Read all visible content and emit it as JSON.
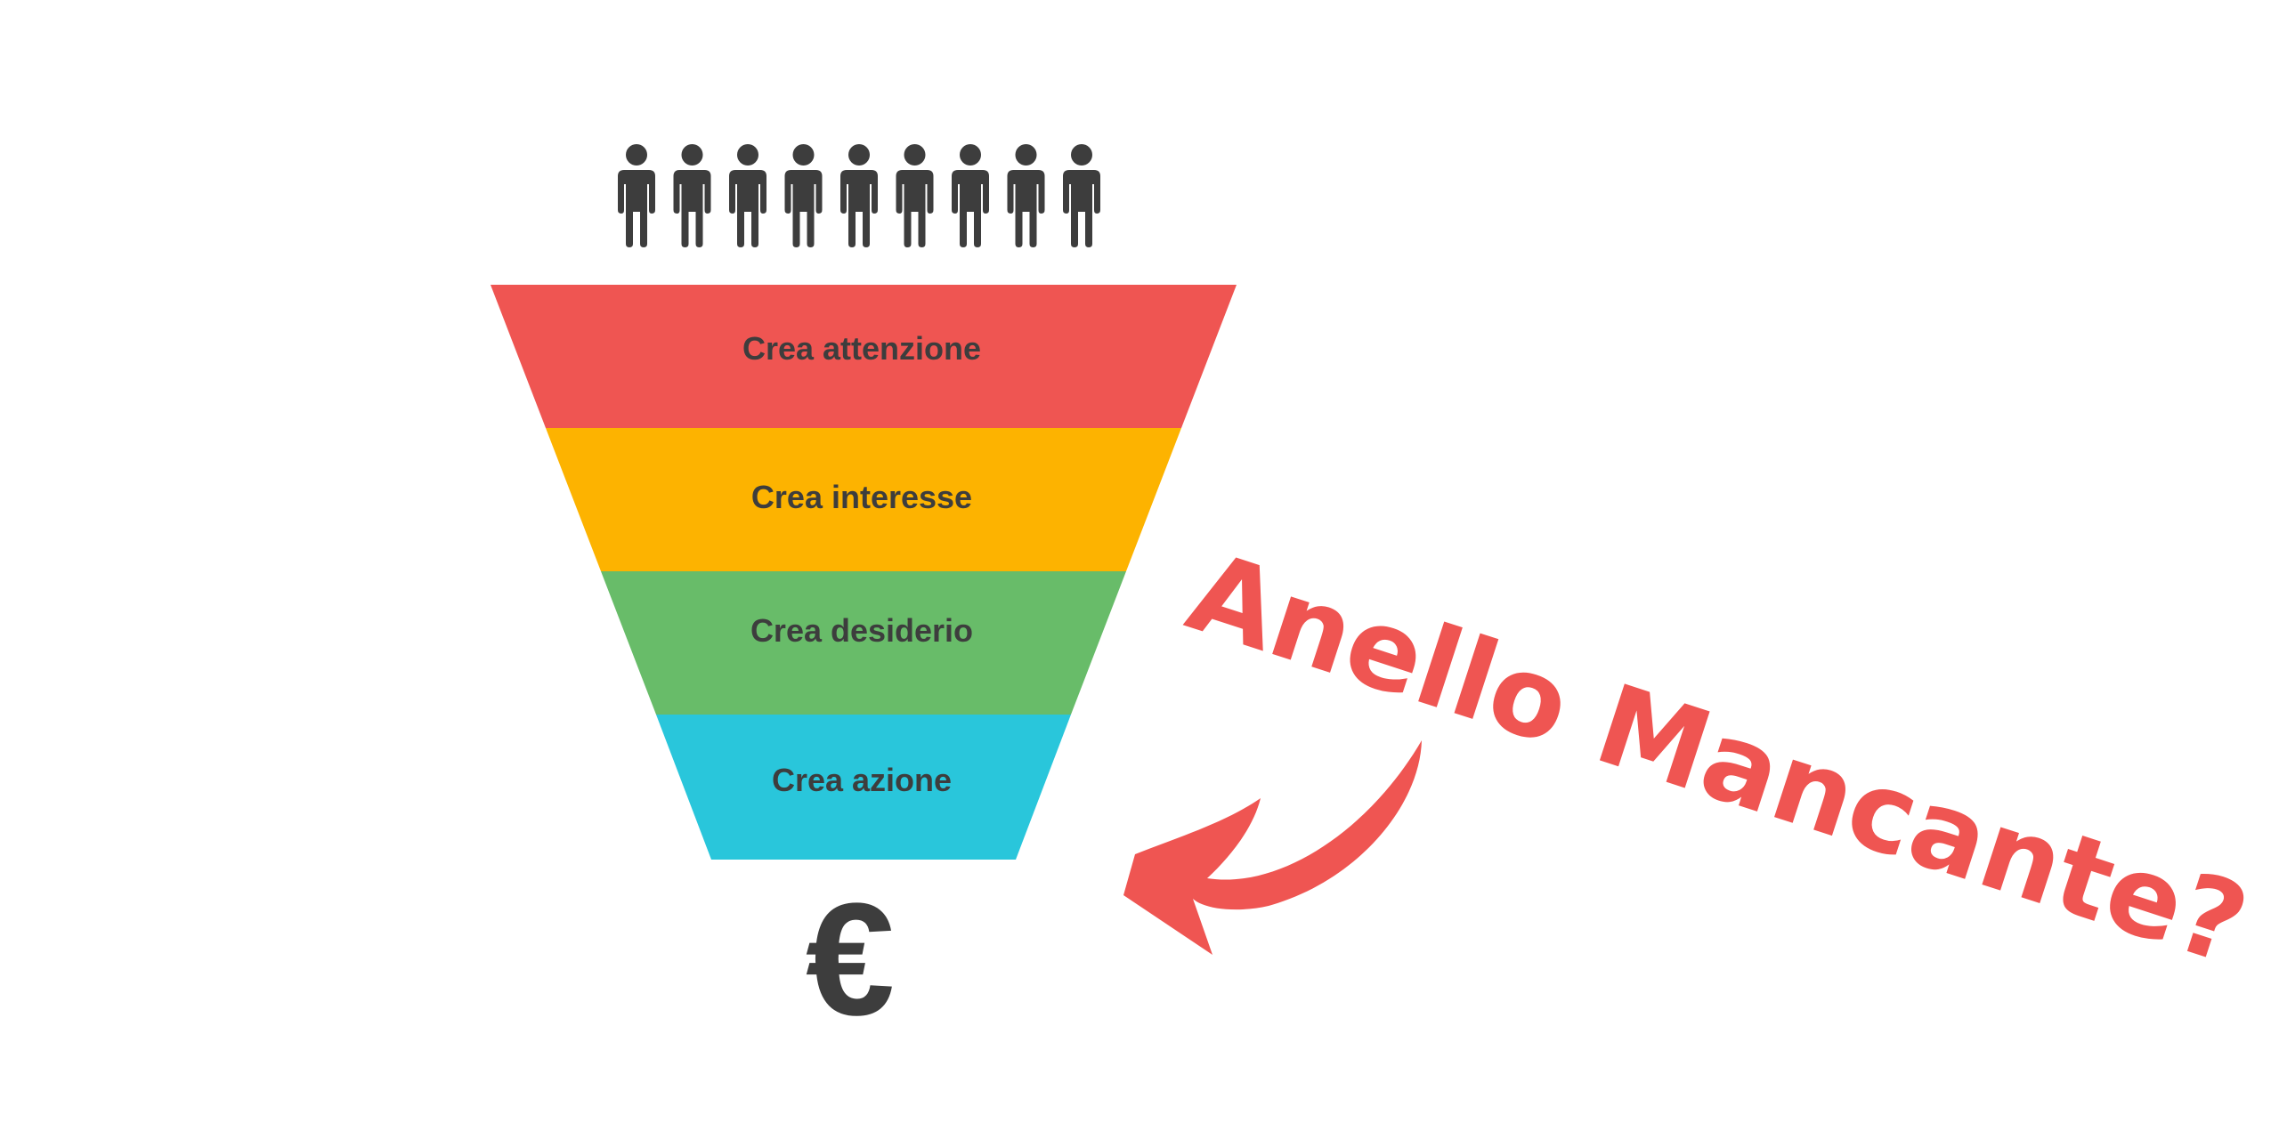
{
  "people": {
    "count": 9,
    "icon": "person-icon",
    "color": "#3d3d3d"
  },
  "funnel": {
    "stages": [
      {
        "label": "Crea attenzione",
        "color": "#ef5552"
      },
      {
        "label": "Crea interesse",
        "color": "#fdb300"
      },
      {
        "label": "Crea desiderio",
        "color": "#68bc69"
      },
      {
        "label": "Crea azione",
        "color": "#29c6db"
      }
    ],
    "label_color": "#3d3d3d"
  },
  "currency": {
    "symbol": "€",
    "color": "#3d3d3d"
  },
  "callout": {
    "text": "Anello Mancante?",
    "color": "#ef5552",
    "arrow_icon": "curved-arrow-icon"
  }
}
